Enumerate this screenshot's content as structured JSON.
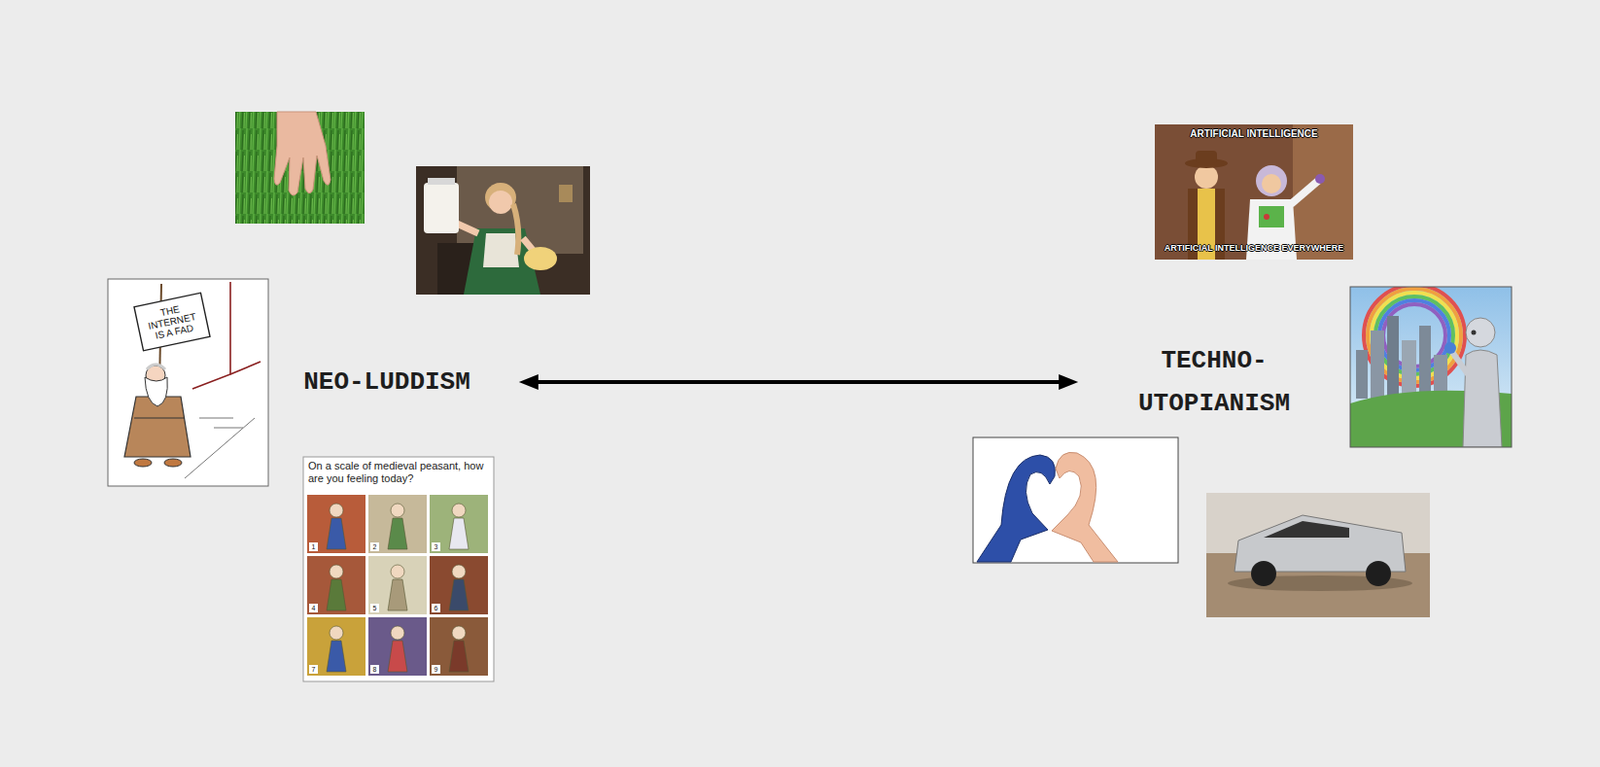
{
  "diagram": {
    "nodes": [
      {
        "text": [
          "NEO-LUDDISM"
        ]
      },
      {
        "text": [
          "TECHNO- UTOPIANISM"
        ]
      }
    ],
    "edges": [
      {
        "from": 0,
        "to": 1,
        "arrow": "both"
      }
    ],
    "labels": [
      "THE INTERNET IS A FAD",
      "On a scale of medieval peasant, how are you feeling today?",
      "1",
      "2",
      "3",
      "4",
      "5",
      "6",
      "7",
      "8",
      "9",
      "ARTIFICIAL INTELLIGENCE",
      "ARTIFICIAL INTELLIGENCE EVERYWHERE"
    ]
  }
}
